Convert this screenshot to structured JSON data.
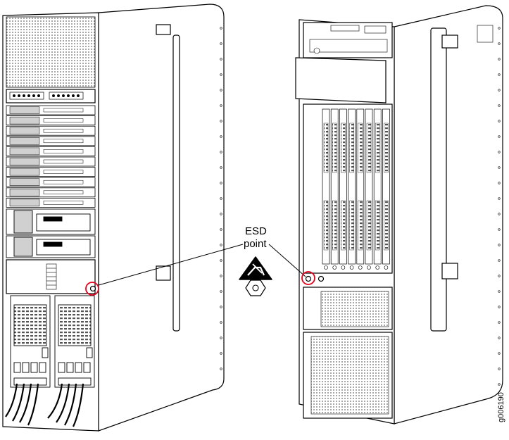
{
  "callout": {
    "line1": "ESD",
    "line2": "point"
  },
  "figure_id": "g006190",
  "icons": {
    "esd_warning": "esd-warning-triangle-icon",
    "esd_point_symbol": "hex-nut-icon"
  },
  "colors": {
    "line": "#000000",
    "highlight": "#e3001b",
    "chassis_fill": "#ffffff",
    "vent_fill": "#e6e6e6",
    "card_fill": "#d0d0d0"
  }
}
